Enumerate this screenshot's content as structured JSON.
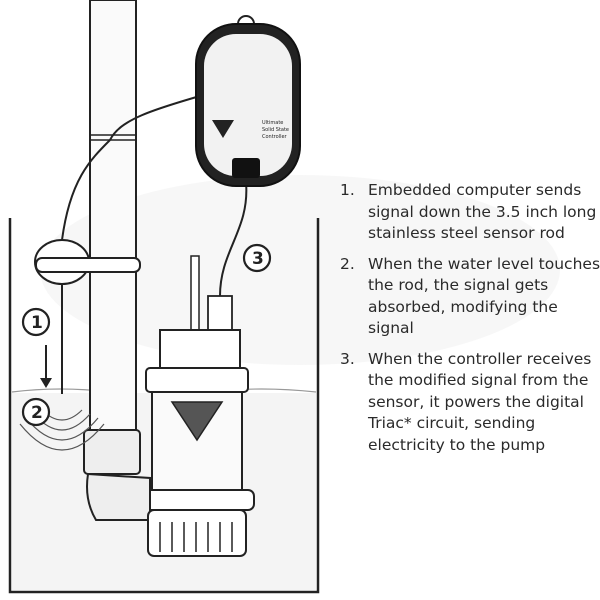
{
  "steps": [
    {
      "number": "1.",
      "text": "Embedded computer sends signal down the 3.5 inch long stainless steel sensor rod"
    },
    {
      "number": "2.",
      "text": "When the water level touches the rod, the signal gets absorbed, modifying the signal"
    },
    {
      "number": "3.",
      "text": "When the  controller receives the modified signal from the sensor, it powers the digital Triac* circuit, sending electricity to the pump"
    }
  ],
  "callouts": {
    "one": "1",
    "two": "2",
    "three": "3"
  },
  "controller": {
    "line1": "Ultimate",
    "line2": "Solid State",
    "line3": "Controller"
  }
}
